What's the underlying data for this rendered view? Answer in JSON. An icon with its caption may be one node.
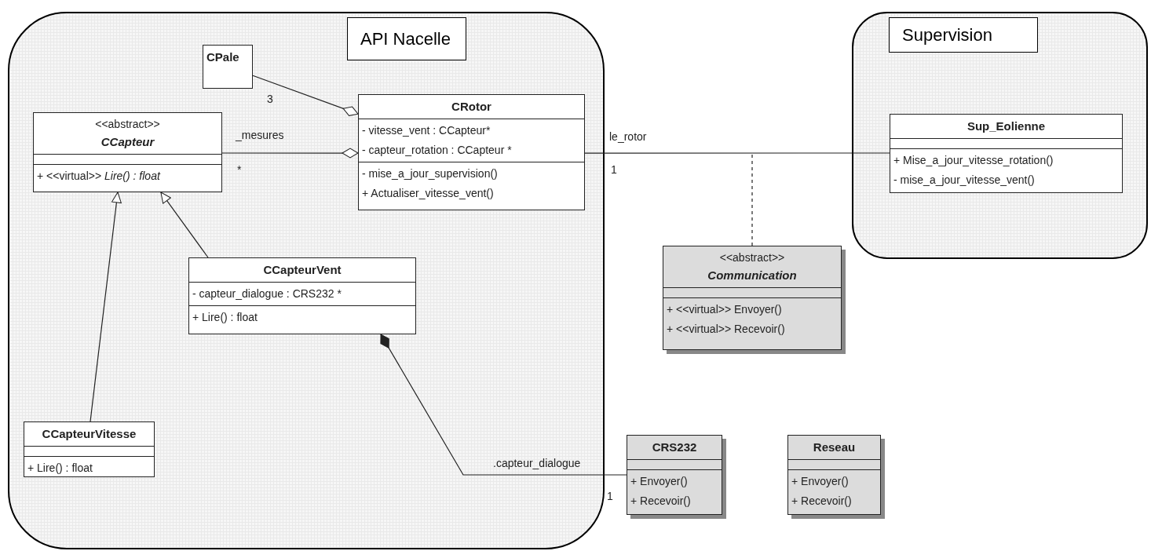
{
  "diagram": {
    "nodes": [
      {
        "text": [
          "API Nacelle"
        ]
      },
      {
        "text": [
          "CPale"
        ],
        "in": 0
      },
      {
        "text": [
          "CRotor",
          "- vitesse_vent : CCapteur*",
          "- capteur_rotation : CCapteur *",
          "- mise_a_jour_supervision()",
          "+ Actualiser_vitesse_vent()"
        ],
        "in": 0
      },
      {
        "text": [
          "<<abstract>>",
          "CCapteur",
          "+ <<virtual>> *Lire() : float*"
        ],
        "in": 0
      },
      {
        "text": [
          "CCapteurVent",
          "- capteur_dialogue : CRS232 *",
          "+ Lire() : float"
        ],
        "in": 0
      },
      {
        "text": [
          "CCapteurVitesse",
          "+ Lire() : float"
        ],
        "in": 0
      },
      {
        "text": [
          "Supervision"
        ]
      },
      {
        "text": [
          "Sup_Eolienne",
          "+ Mise_a_jour_vitesse_rotation()",
          "- mise_a_jour_vitesse_vent()"
        ],
        "in": 6
      },
      {
        "text": [
          "<<abstract>>",
          "Communication",
          "+ <<virtual>> Envoyer()",
          "+ <<virtual>> Recevoir()"
        ]
      },
      {
        "text": [
          "CRS232",
          "+ Envoyer()",
          "+ Recevoir()"
        ]
      },
      {
        "text": [
          "Reseau",
          "+ Envoyer()",
          "+ Recevoir()"
        ]
      }
    ],
    "edges": [
      {
        "from": 1,
        "to": 2,
        "arrow": "other",
        "label": "3"
      },
      {
        "from": 3,
        "to": 2,
        "arrow": "other",
        "label": "_mesures"
      },
      {
        "from": 2,
        "to": 7,
        "arrow": "none",
        "label": "le_rotor"
      },
      {
        "from": 8,
        "to": null,
        "arrow": "none",
        "style": "dashed"
      },
      {
        "from": 5,
        "to": 3,
        "arrow": "to"
      },
      {
        "from": 4,
        "to": 3,
        "arrow": "to"
      },
      {
        "from": 4,
        "to": 9,
        "arrow": "other",
        "label": ".capteur_dialogue"
      }
    ],
    "labels": [
      "*",
      "1",
      "1"
    ]
  }
}
